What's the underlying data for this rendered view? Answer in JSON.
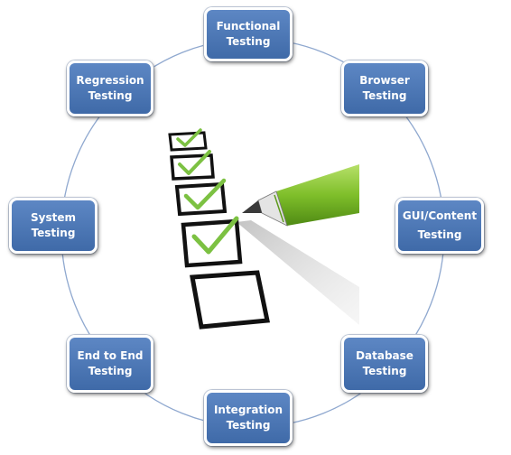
{
  "diagram": {
    "colors": {
      "node_fill_top": "#5d87c4",
      "node_fill_bottom": "#3f6aa8",
      "node_border": "#ffffff",
      "node_text": "#ffffff",
      "ring": "#8fa8cf",
      "check": "#7cc142",
      "box_stroke": "#111111"
    },
    "nodes": [
      {
        "line1": "Functional",
        "line2": "Testing"
      },
      {
        "line1": "Browser",
        "line2": "Testing"
      },
      {
        "line1": "GUI/Content",
        "line2": "Testing"
      },
      {
        "line1": "Database",
        "line2": "Testing"
      },
      {
        "line1": "Integration",
        "line2": "Testing"
      },
      {
        "line1": "End to End",
        "line2": "Testing"
      },
      {
        "line1": "System",
        "line2": "Testing"
      },
      {
        "line1": "Regression",
        "line2": "Testing"
      }
    ],
    "checklist": {
      "checked_boxes": 4,
      "empty_boxes": 1,
      "icon": "checklist-with-pen-icon"
    }
  }
}
